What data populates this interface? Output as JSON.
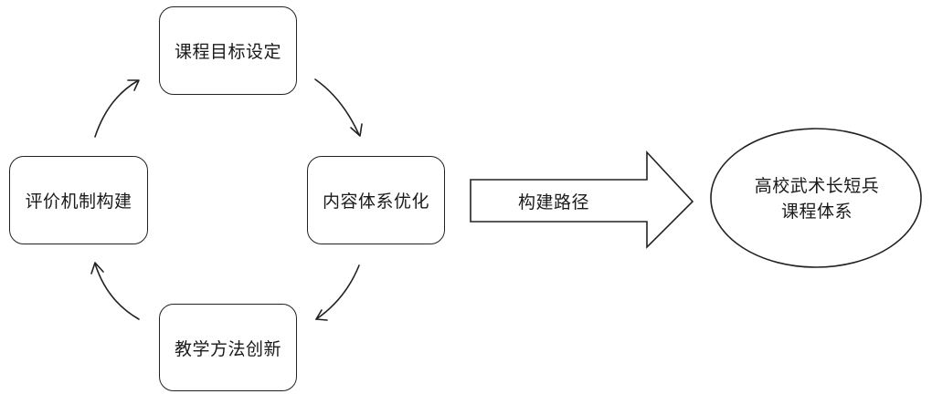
{
  "nodes": {
    "goal": "课程目标设定",
    "content": "内容体系优化",
    "method": "教学方法创新",
    "evaluation": "评价机制构建"
  },
  "path_label": "构建路径",
  "result": {
    "line1": "高校武术长短兵",
    "line2": "课程体系"
  }
}
